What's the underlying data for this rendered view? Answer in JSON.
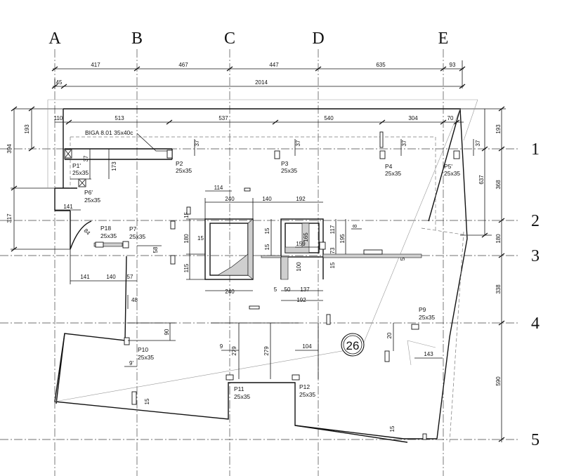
{
  "grid": {
    "columns": [
      "A",
      "B",
      "C",
      "D",
      "E"
    ],
    "rows": [
      "1",
      "2",
      "3",
      "4",
      "5"
    ]
  },
  "top_dimensions": [
    "417",
    "467",
    "447",
    "635",
    "93"
  ],
  "overall": {
    "left": "45",
    "total": "2014"
  },
  "beam_dimensions": [
    "110",
    "513",
    "537",
    "540",
    "304",
    "70"
  ],
  "right_dimensions": {
    "outer": [
      "193",
      "368",
      "338",
      "590"
    ],
    "inner": [
      "193",
      "637",
      "180"
    ]
  },
  "left_dimensions": [
    "193",
    "394",
    "317"
  ],
  "beam_label": "BIGA 8.01  35x40c",
  "pillars": [
    {
      "id": "P1'",
      "size": "25x35"
    },
    {
      "id": "P2",
      "size": "25x35"
    },
    {
      "id": "P3",
      "size": "25x35"
    },
    {
      "id": "P4",
      "size": "25x35"
    },
    {
      "id": "P5'",
      "size": "25x35"
    },
    {
      "id": "P6'",
      "size": "25x35"
    },
    {
      "id": "P18",
      "size": "25x35"
    },
    {
      "id": "P7",
      "size": "25x35"
    },
    {
      "id": "P9",
      "size": "25x35"
    },
    {
      "id": "P10",
      "size": "25x35"
    },
    {
      "id": "P11",
      "size": "25x35"
    },
    {
      "id": "P12",
      "size": "25x35"
    }
  ],
  "callout": "26",
  "local_dims": {
    "d37a": "37",
    "d37b": "37",
    "d37c": "37",
    "d37d": "37",
    "d37e": "37",
    "d173": "173",
    "d141a": "141",
    "d141b": "141",
    "d140a": "140",
    "d57": "57",
    "d58": "58",
    "d48": "48",
    "d90": "90",
    "d9a": "9",
    "d9b": "9'",
    "d279a": "279",
    "d279b": "279",
    "d104": "104",
    "d20": "20",
    "d143": "143",
    "d15a": "15",
    "d15b": "15",
    "d15c": "15",
    "d15d": "15",
    "d15e": "15",
    "d15f": "15",
    "d114": "114",
    "d240a": "240",
    "d140b": "140",
    "d192a": "192",
    "d180a": "180",
    "d115": "115",
    "d240b": "240",
    "d165": "165",
    "d159": "159",
    "d117": "117",
    "d195": "195",
    "d8": "8",
    "d73": "73",
    "d100": "100",
    "d5a": "5",
    "d50": "50",
    "d137": "137",
    "d192b": "192",
    "d5b": "5",
    "d84": "84"
  }
}
